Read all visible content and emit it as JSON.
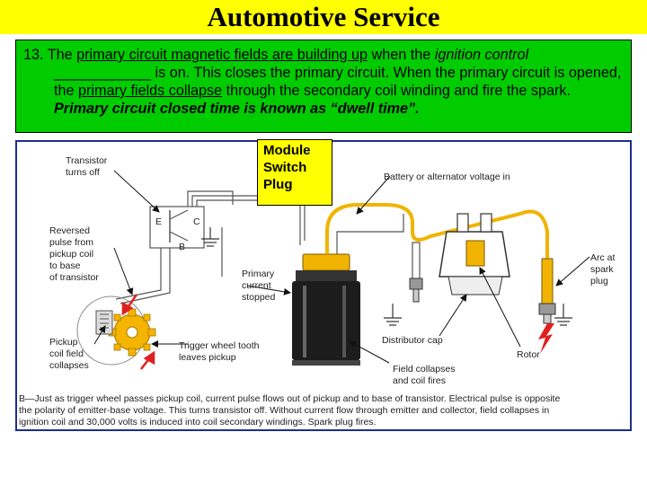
{
  "title": "Automotive Service",
  "note": {
    "number": "13. ",
    "t1": "The ",
    "u1": "primary circuit magnetic fields are building up",
    "t2": " when the ",
    "i1": "ignition control",
    "blank": "____________",
    "t3": " is on.  This closes the primary circuit.  When the primary circuit is opened, the ",
    "u2": "primary fields collapse",
    "t4": " through the secondary coil winding and fire the spark.  ",
    "bi1": "Primary circuit closed time is known as “dwell time”."
  },
  "callout": {
    "line1": "Module",
    "line2": "Switch",
    "line3": "Plug"
  },
  "figure": {
    "labels": {
      "transistor_1": "Transistor",
      "transistor_2": "turns off",
      "reversed_1": "Reversed",
      "reversed_2": "pulse from",
      "reversed_3": "pickup coil",
      "reversed_4": "to base",
      "reversed_5": "of transistor",
      "pickup_1": "Pickup",
      "pickup_2": "coil field",
      "pickup_3": "collapses",
      "trigger_1": "Trigger wheel tooth",
      "trigger_2": "leaves pickup",
      "primary_1": "Primary",
      "primary_2": "current",
      "primary_3": "stopped",
      "battery": "Battery or alternator voltage in",
      "distcap": "Distributor cap",
      "arc_1": "Arc at",
      "arc_2": "spark",
      "arc_3": "plug",
      "rotor": "Rotor",
      "field_1": "Field collapses",
      "field_2": "and coil fires",
      "e": "E",
      "c": "C",
      "b": "B"
    },
    "caption": {
      "line1": "B—Just as trigger wheel passes pickup coil, current pulse flows out of pickup and to base of transistor. Electrical pulse is opposite",
      "line2": "the polarity of emitter-base voltage. This turns transistor off. Without current flow through emitter and collector, field collapses in",
      "line3": "ignition coil and 30,000 volts is induced into coil secondary windings. Spark plug fires."
    }
  },
  "colors": {
    "title_bg": "#ffff00",
    "note_bg": "#00cc00",
    "callout_bg": "#ffff00",
    "figure_border": "#1e2e8c",
    "wire_yellow": "#f0b400",
    "arrow_red": "#e02020"
  }
}
